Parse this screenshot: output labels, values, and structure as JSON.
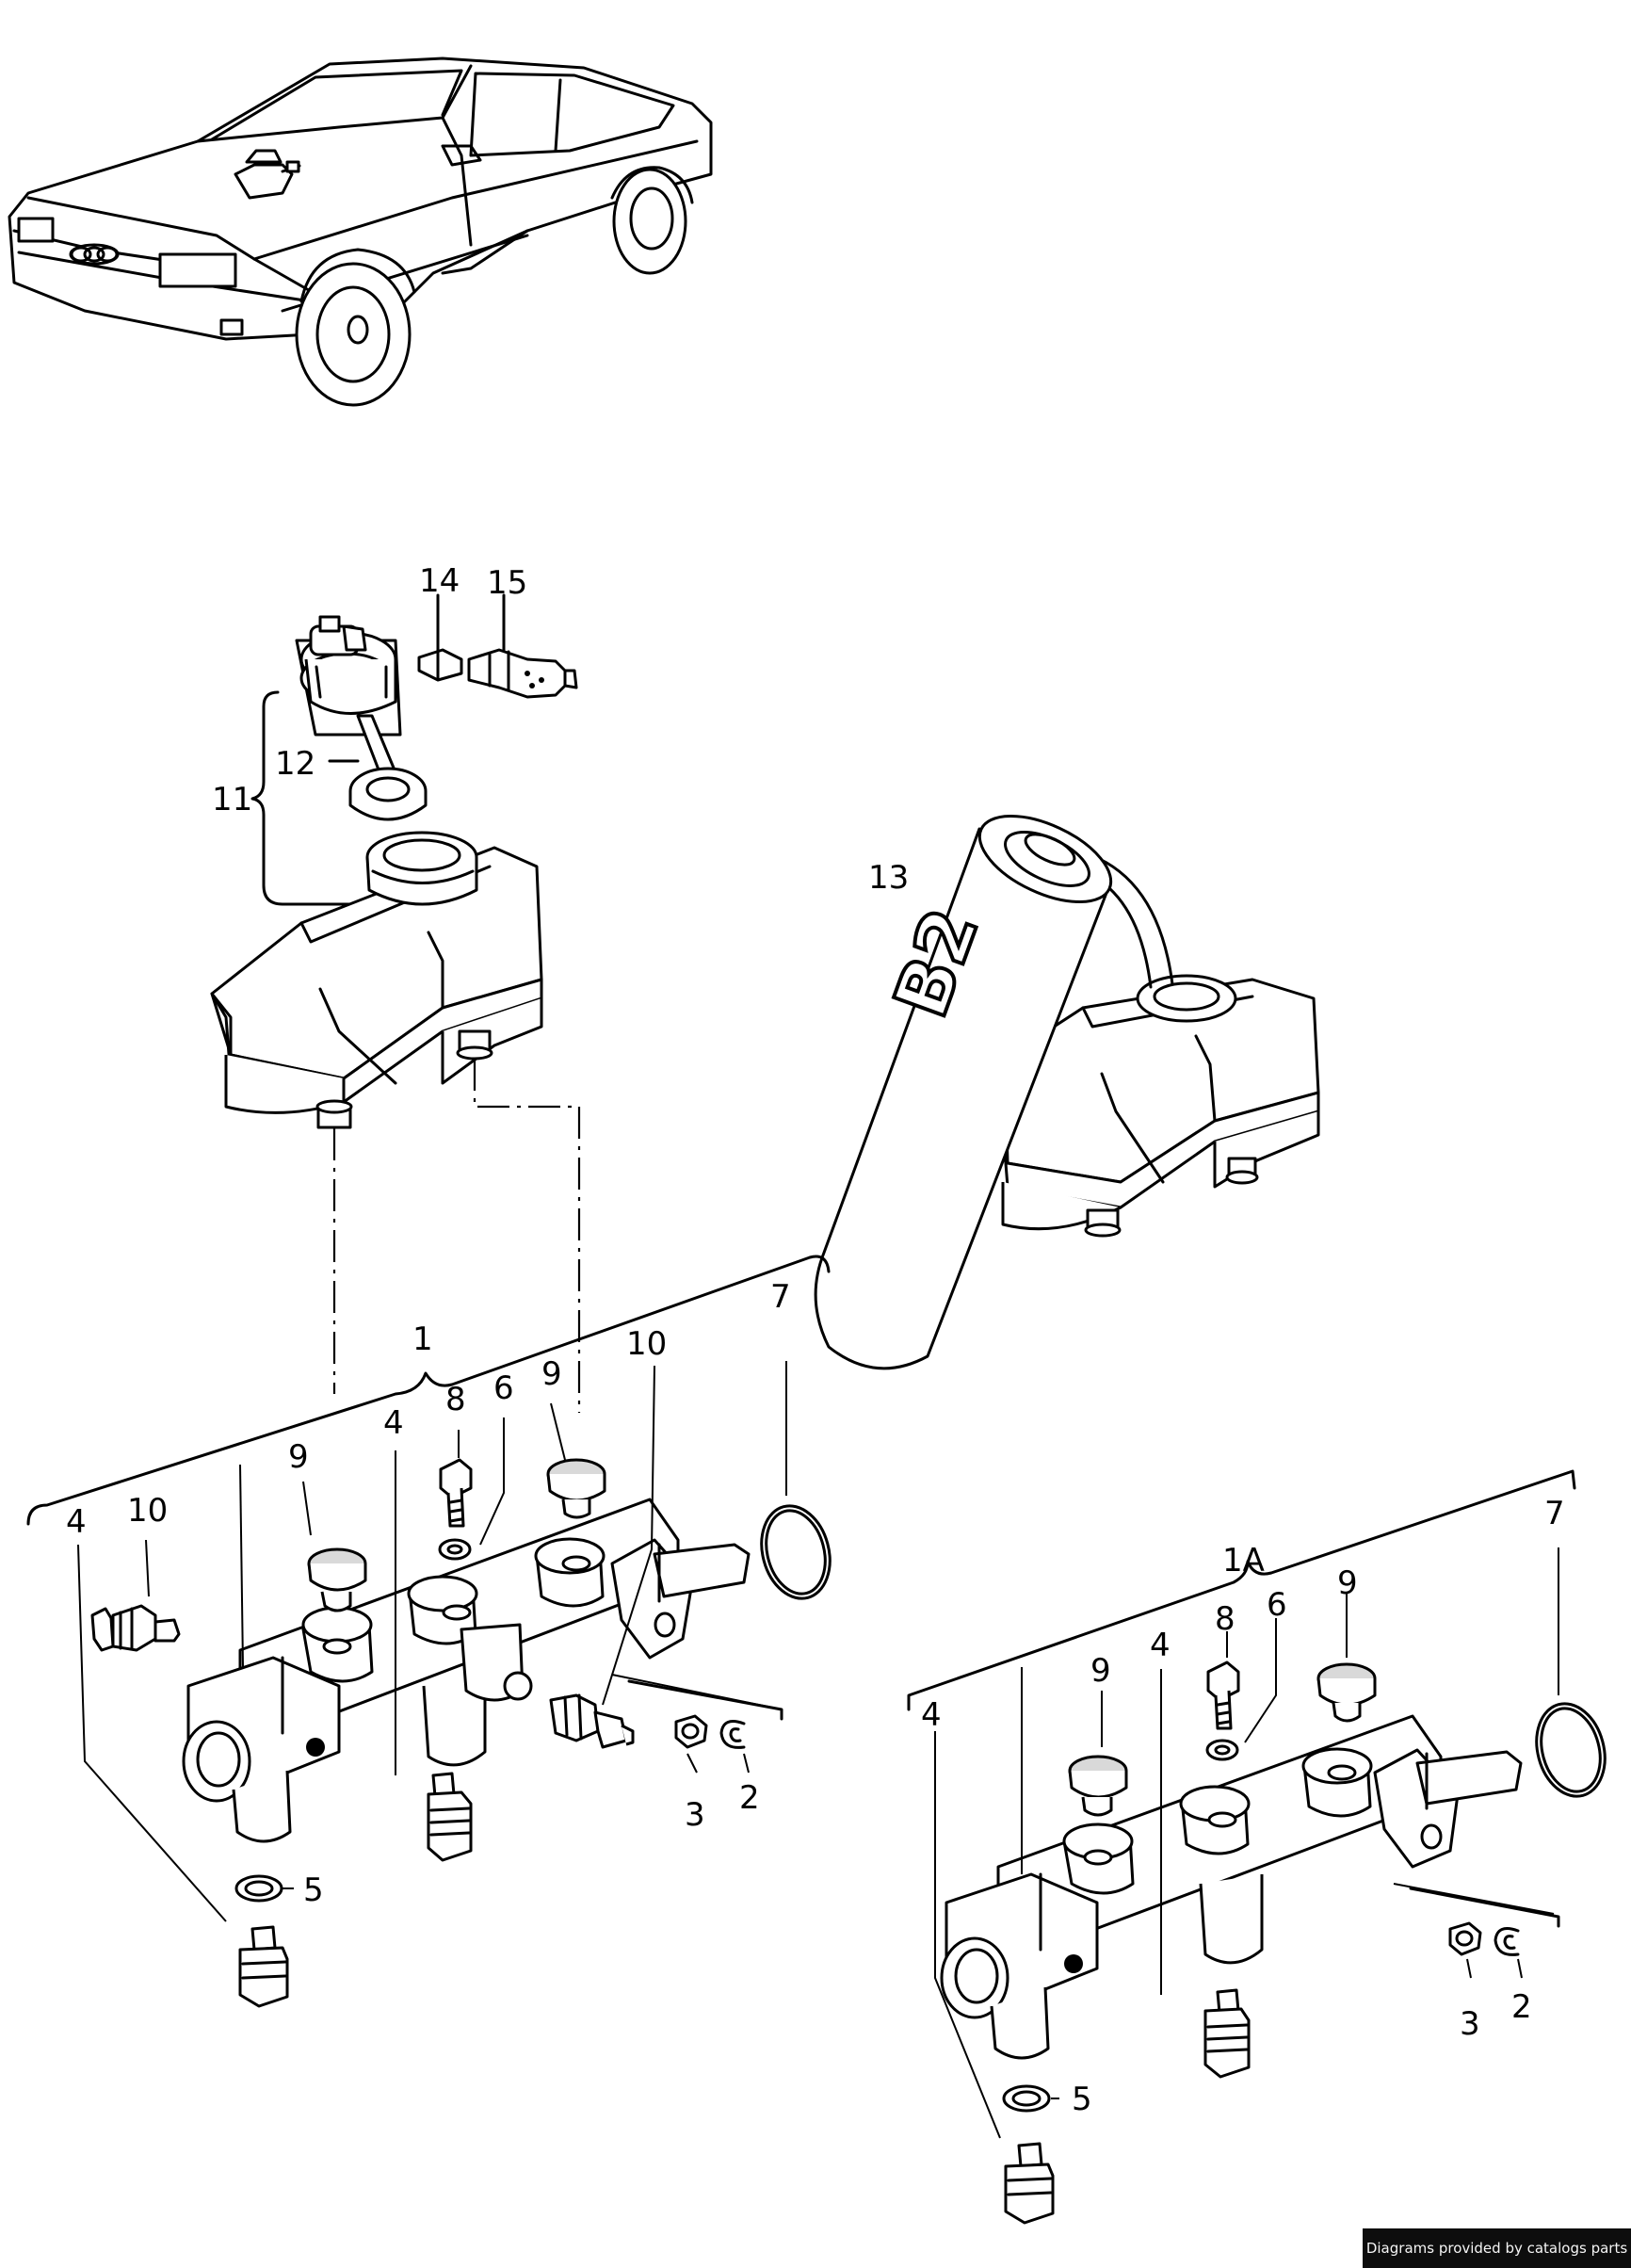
{
  "callouts": {
    "c14": "14",
    "c15": "15",
    "c11": "11",
    "c12": "12",
    "c13": "13",
    "c1": "1",
    "c7a": "7",
    "c10a": "10",
    "c8a": "8",
    "c6a": "6",
    "c9a": "9",
    "c4a": "4",
    "c9b": "9",
    "c10b": "10",
    "c4b": "4",
    "c5a": "5",
    "c3a": "3",
    "c2a": "2",
    "c1A": "1A",
    "c7b": "7",
    "c9c": "9",
    "c8b": "8",
    "c6b": "6",
    "c4c": "4",
    "c9d": "9",
    "c4d": "4",
    "c5b": "5",
    "c3b": "3",
    "c2b": "2"
  },
  "reservoir_label": "B2",
  "credit": "Diagrams provided by catalogs parts"
}
